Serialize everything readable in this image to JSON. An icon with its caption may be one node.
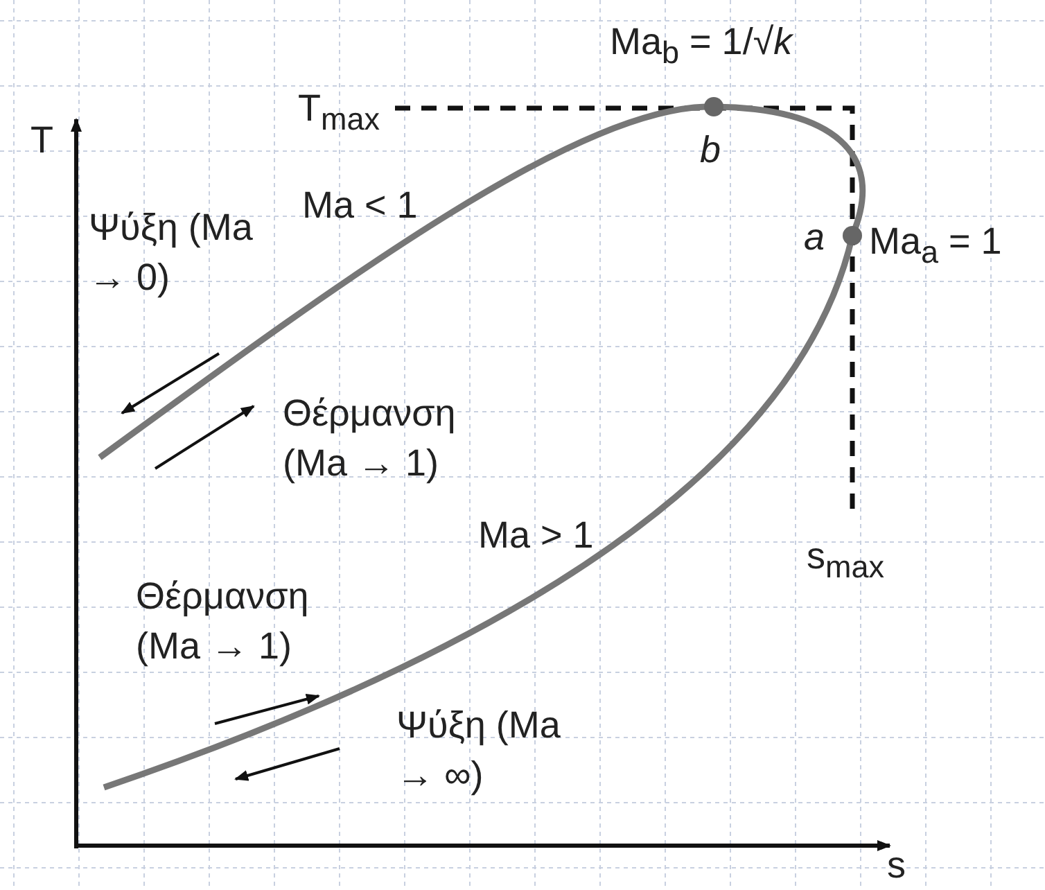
{
  "diagram": {
    "labels": [
      "Ma$_{b}$ = 1/√*k*",
      "T$_{max}$",
      "T",
      "*b*",
      "Ma < 1",
      "*a*",
      "Ma$_{a}$ = 1",
      "Ψύξη (Ma → 0)",
      "Θέρμανση (Ma → 1)",
      "Ma > 1",
      "s$_{max}$",
      "Θέρμανση (Ma → 1)",
      "Ψύξη (Ma → ∞)",
      "s"
    ]
  }
}
